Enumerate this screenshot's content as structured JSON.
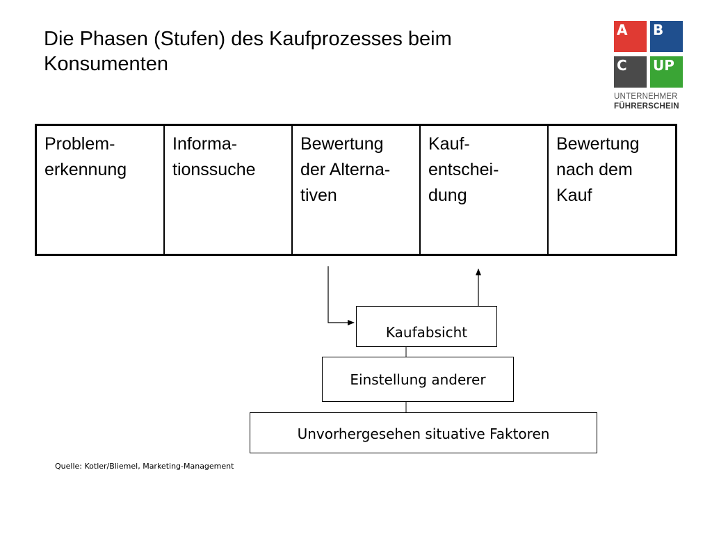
{
  "title": {
    "line1": "Die Phasen (Stufen) des Kaufprozesses beim",
    "line2": "Konsumenten"
  },
  "logo": {
    "tiles": [
      "A",
      "B",
      "C",
      "UP"
    ],
    "line1": "UNTERNEHMER",
    "line2": "FÜHRERSCHEIN",
    "colors": {
      "a": "#e03a33",
      "b": "#1f4f8e",
      "c": "#4a4a4a",
      "up": "#3aa535"
    }
  },
  "phases": [
    {
      "lines": [
        "Problem-",
        "erkennung"
      ]
    },
    {
      "lines": [
        "Informa-",
        "tionssuche"
      ]
    },
    {
      "lines": [
        "Bewertung",
        "der Alterna-",
        "tiven"
      ]
    },
    {
      "lines": [
        "Kauf-",
        "entschei-",
        "dung"
      ]
    },
    {
      "lines": [
        "Bewertung",
        "nach dem",
        "Kauf"
      ]
    }
  ],
  "boxes": {
    "intent": "Kaufabsicht",
    "attitude": "Einstellung anderer",
    "situational": "Unvorhergesehen situative Faktoren"
  },
  "source": "Quelle: Kotler/Bliemel, Marketing-Management"
}
